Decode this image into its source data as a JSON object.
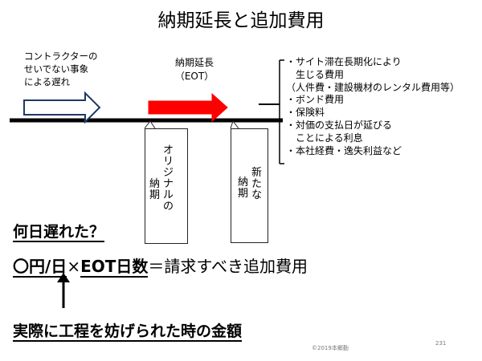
{
  "title": "納期延長と追加費用",
  "contractor_delay": {
    "lines": [
      "コントラクターの",
      "せいでない事象",
      "による遅れ"
    ]
  },
  "extension": {
    "lines": [
      "納期延長",
      "（EOT）"
    ]
  },
  "additional_costs": [
    "・サイト滞在長期化により",
    "　生じる費用",
    "（人件費・建設機材のレンタル費用等）",
    "・ボンド費用",
    "・保険料",
    "・対価の支払日が延びる",
    "　ことによる利息",
    "・本社経費・逸失利益など"
  ],
  "callouts": {
    "original_due_date": [
      "オリジナルの",
      "納期"
    ],
    "new_due_date": [
      "新たな",
      "納期"
    ]
  },
  "question": "何日遅れた？",
  "formula": {
    "rate": "〇円/日",
    "times": "×",
    "days": "EOT日数",
    "equals": "＝請求すべき追加費用"
  },
  "actual_amount": "実際に工程を妨げられた時の金額",
  "footer": {
    "copyright": "©2019本郷勤",
    "page_number": "231"
  },
  "colors": {
    "delay_arrow_outline": "#1f3864",
    "extension_arrow": "#ff0000",
    "timeline": "#000000"
  }
}
